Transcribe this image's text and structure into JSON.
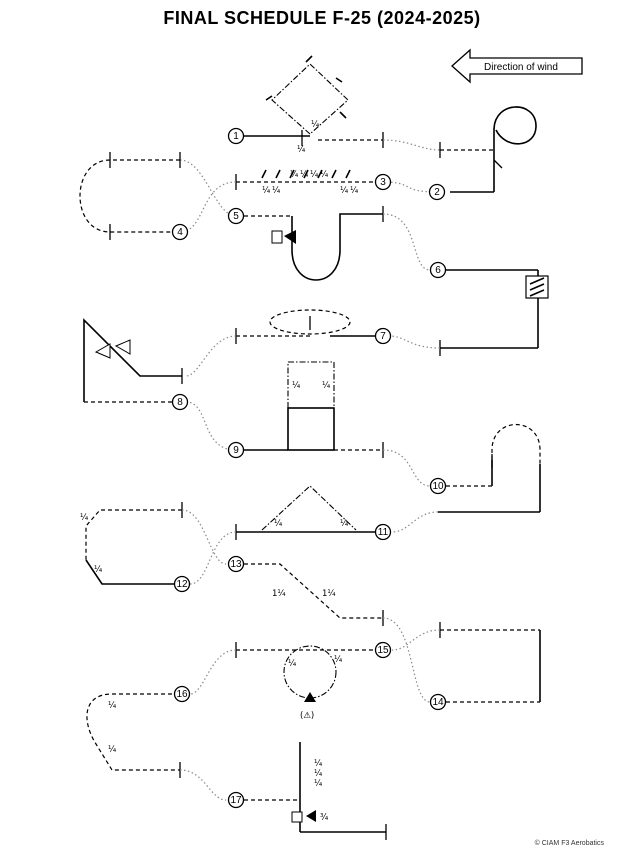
{
  "title": "FINAL  SCHEDULE  F-25  (2024-2025)",
  "wind_label": "Direction of wind",
  "footer": "© CIAM F3 Aerobatics",
  "figure_numbers": [
    "1",
    "2",
    "3",
    "4",
    "5",
    "6",
    "7",
    "8",
    "9",
    "10",
    "11",
    "12",
    "13",
    "14",
    "15",
    "16",
    "17"
  ],
  "fractions": {
    "quarter": "¼",
    "one_quarter": "1¼",
    "three_quarter": "¾",
    "spin_mark": "(⚠)"
  }
}
